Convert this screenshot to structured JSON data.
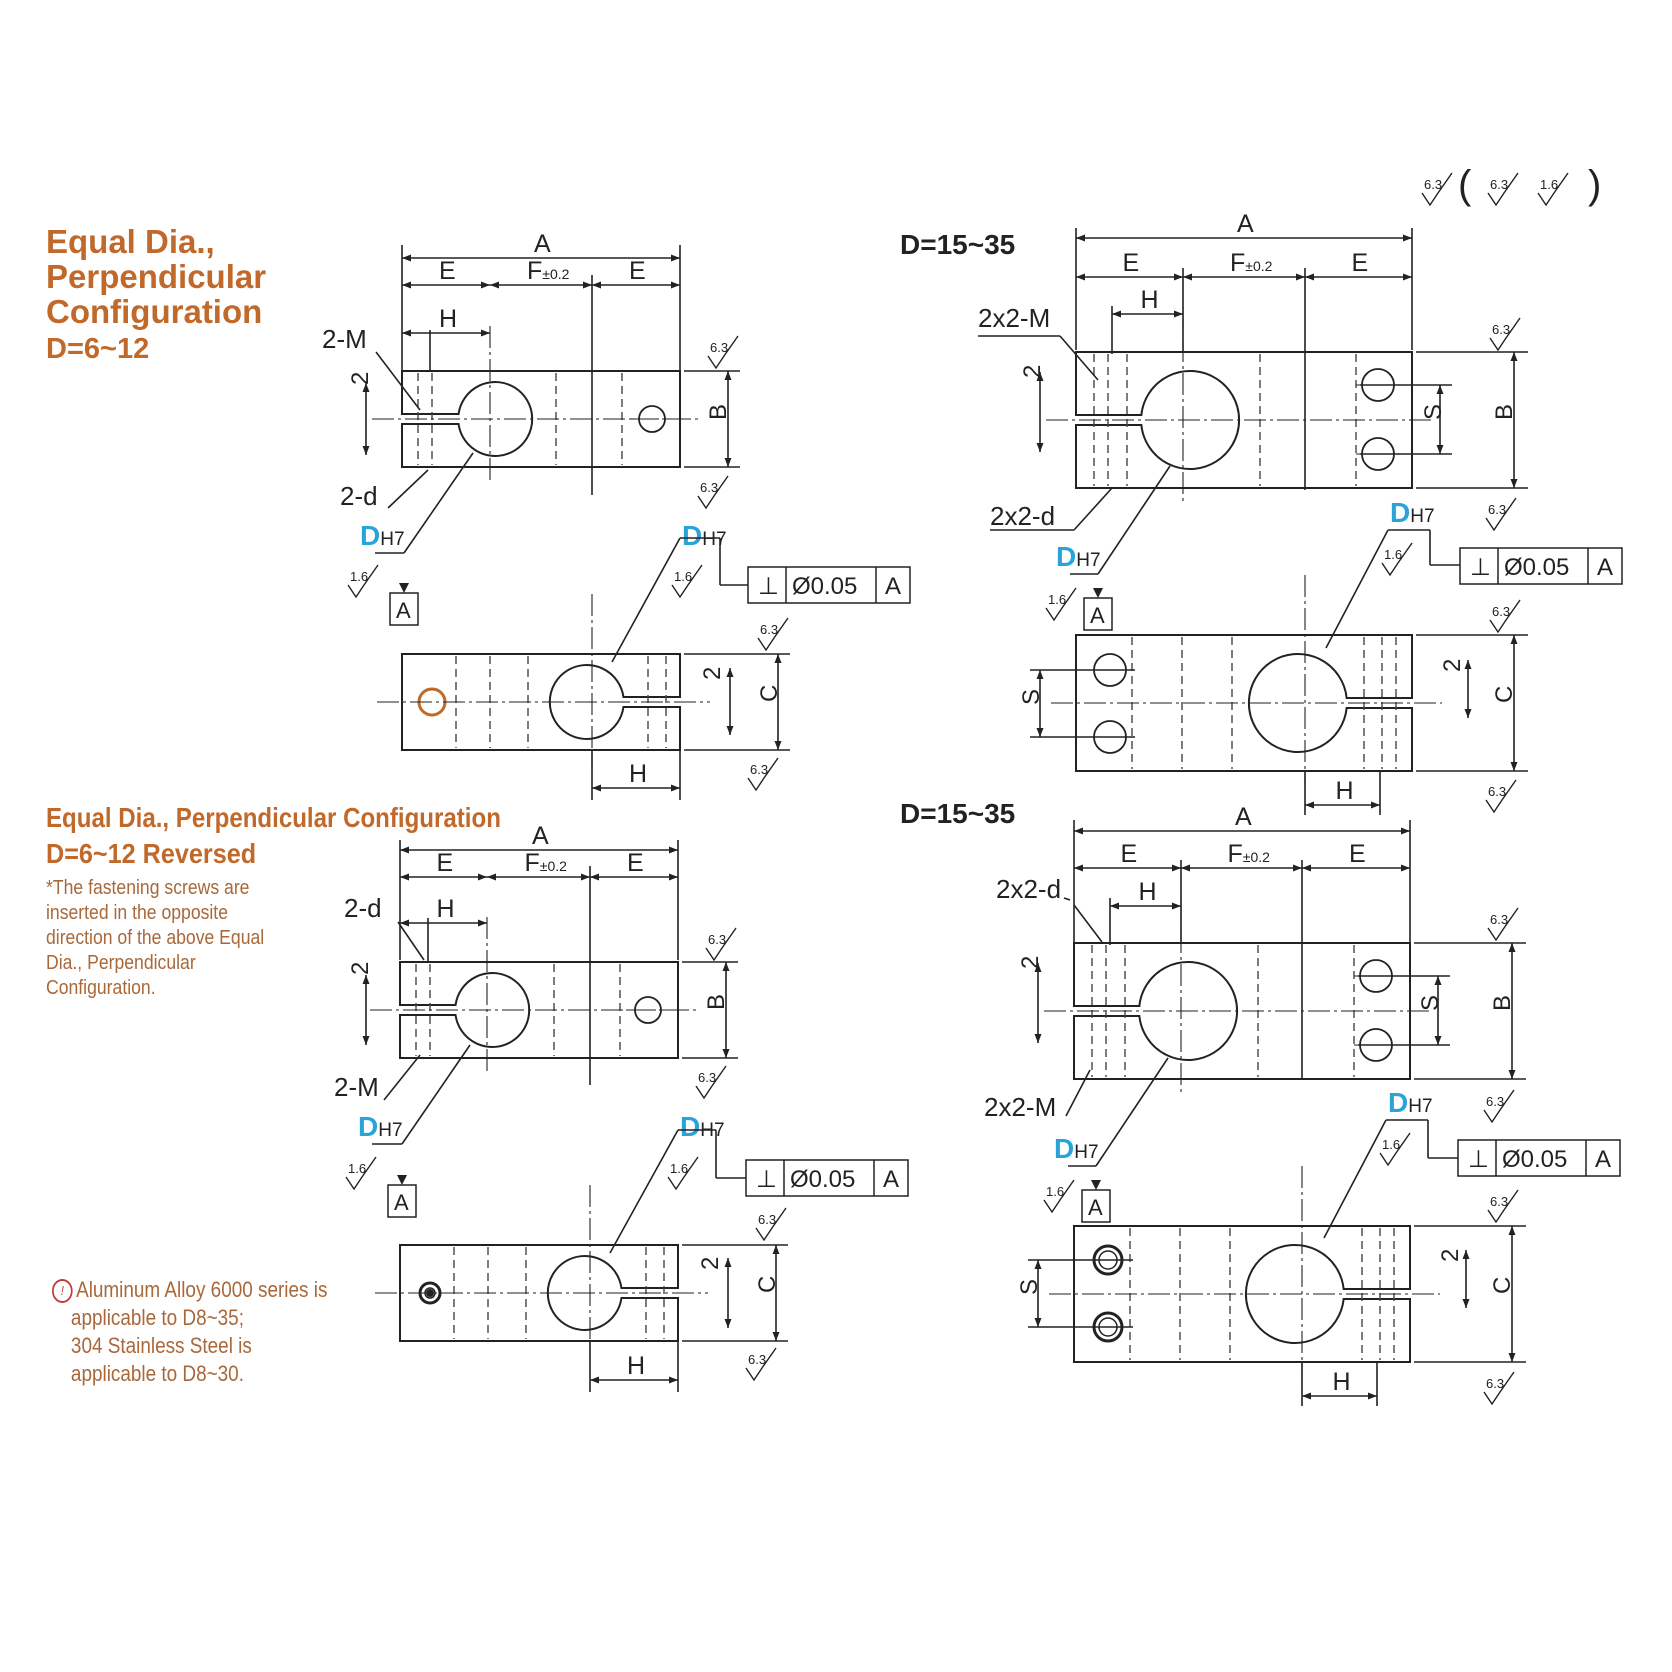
{
  "titles": {
    "perp": [
      "Equal Dia.,",
      "Perpendicular",
      "Configuration"
    ],
    "perp_range": "D=6~12",
    "rev": "Equal Dia., Perpendicular Configuration",
    "rev_range": "D=6~12 Reversed",
    "right_top": "D=15~35",
    "right_bottom": "D=15~35"
  },
  "notes": {
    "reversed": "*The fastening screws are inserted in the opposite direction of the above Equal Dia., Perpendicular Configuration.",
    "material": [
      "Aluminum Alloy 6000 series is",
      "applicable to D8~35;",
      "304 Stainless Steel is",
      "applicable to D8~30."
    ]
  },
  "labels": {
    "A": "A",
    "E": "E",
    "F": "F",
    "F_tol": "±0.2",
    "H": "H",
    "B": "B",
    "C": "C",
    "S": "S",
    "two": "2",
    "M2": "2-M",
    "d2": "2-d",
    "M22": "2x2-M",
    "d22": "2x2-d",
    "D": "D",
    "H7": "H7",
    "datum": "A",
    "perp_sym": "⊥",
    "tolerance": "Ø0.05",
    "tol_datum": "A",
    "rough_63": "6.3",
    "rough_16": "1.6"
  },
  "header_roughness": [
    "6.3",
    "(",
    "6.3",
    "1.6",
    ")"
  ],
  "colors": {
    "title": "#c0692a",
    "accent_blue": "#2aa3d8",
    "line": "#222222",
    "hidden": "#444444",
    "hole_accent": "#c0692a"
  }
}
